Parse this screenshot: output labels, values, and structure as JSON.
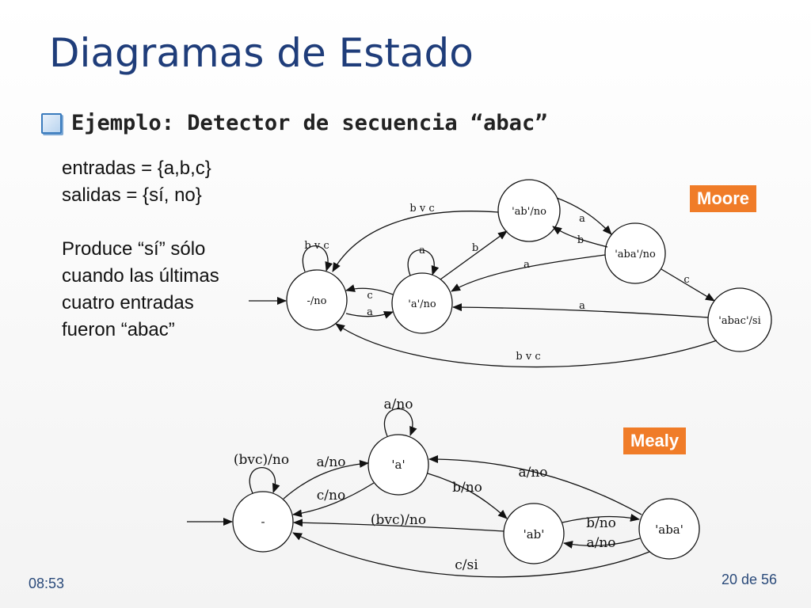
{
  "title": "Diagramas de Estado",
  "bullet": "Ejemplo: Detector de secuencia “abac”",
  "inputs": "entradas = {a,b,c}",
  "outputs": "salidas = {sí, no}",
  "explanation": [
    "Produce “sí” sólo",
    "cuando las últimas",
    "cuatro entradas",
    "fueron “abac”"
  ],
  "moore_tag": "Moore",
  "mealy_tag": "Mealy",
  "time": "08:53",
  "page": "20 de 56",
  "moore": {
    "states": [
      "-/no",
      "'a'/no",
      "'ab'/no",
      "'aba'/no",
      "'abac'/si"
    ],
    "edges": {
      "self_start": "b v c",
      "self_a": "a",
      "start_to_a": "a",
      "a_to_start": "c",
      "a_to_ab": "b",
      "ab_to_start": "b v c",
      "ab_to_aba": "a",
      "aba_to_ab": "b",
      "aba_to_a": "a",
      "aba_to_abac": "c",
      "abac_to_a": "a",
      "abac_to_start": "b v c"
    }
  },
  "mealy": {
    "states": [
      "-",
      "'a'",
      "'ab'",
      "'aba'"
    ],
    "edges": {
      "self_start": "(bvc)/no",
      "self_a": "a/no",
      "start_to_a": "a/no",
      "a_to_start": "c/no",
      "a_to_ab": "b/no",
      "aba_to_a": "a/no",
      "ab_to_start": "(bvc)/no",
      "ab_to_aba": "b/no",
      "aba_to_ab": "a/no",
      "aba_to_start": "c/si"
    }
  }
}
